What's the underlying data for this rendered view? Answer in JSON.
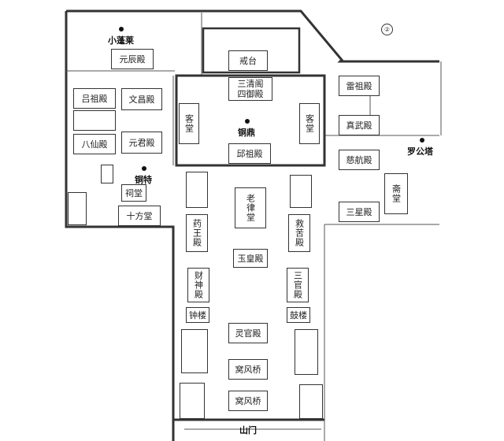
{
  "map": {
    "marker_number": "②",
    "landmarks": {
      "xiaopenglai": "小蓬莱",
      "tongding": "铜鼎",
      "tongte": "铜特",
      "luogongta": "罗公塔"
    },
    "halls": {
      "yuanchen": "元辰殿",
      "jietai": "戒台",
      "sanqing_1": "三清阁",
      "sanqing_2": "四御殿",
      "kongtang_left": "客堂",
      "kongtang_right": "客堂",
      "qiuzu": "邱祖殿",
      "lvzu": "吕祖殿",
      "wenchang": "文昌殿",
      "baxian": "八仙殿",
      "yuanjun": "元君殿",
      "citang": "祠堂",
      "shifang": "十方堂",
      "leizu": "雷祖殿",
      "zhenwu": "真武殿",
      "cihang": "慈航殿",
      "zhaitang": "斋堂",
      "sanxing": "三星殿",
      "laolv": "老律堂",
      "yaowang": "药王殿",
      "jiuku": "救苦殿",
      "yuhuang": "玉皇殿",
      "caishen": "财神殿",
      "sanguan": "三官殿",
      "zhonglou": "钟楼",
      "gulou": "鼓楼",
      "lingguan": "灵官殿",
      "wofengqiao_1": "窝风桥",
      "wofengqiao_2": "窝风桥",
      "shanmen": "山门"
    }
  }
}
